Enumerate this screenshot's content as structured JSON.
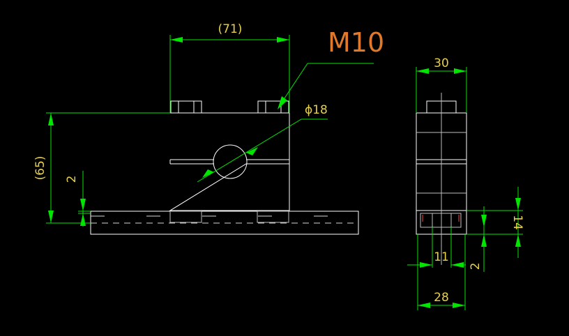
{
  "drawing": {
    "colors": {
      "background": "#000000",
      "geometry": "#ffffff",
      "dimension_lines": "#00e600",
      "dimension_text": "#e6d04a",
      "callout_text": "#e07a2a"
    },
    "front_view": {
      "dim_width": "(71)",
      "dim_height": "(65)",
      "dim_base_offset": "2",
      "thread_callout": "M10",
      "bore_diameter": "ϕ18"
    },
    "side_view": {
      "dim_top_width": "30",
      "dim_bottom_width": "28",
      "dim_slot": "11",
      "dim_offset": "2",
      "dim_height": "14"
    }
  }
}
